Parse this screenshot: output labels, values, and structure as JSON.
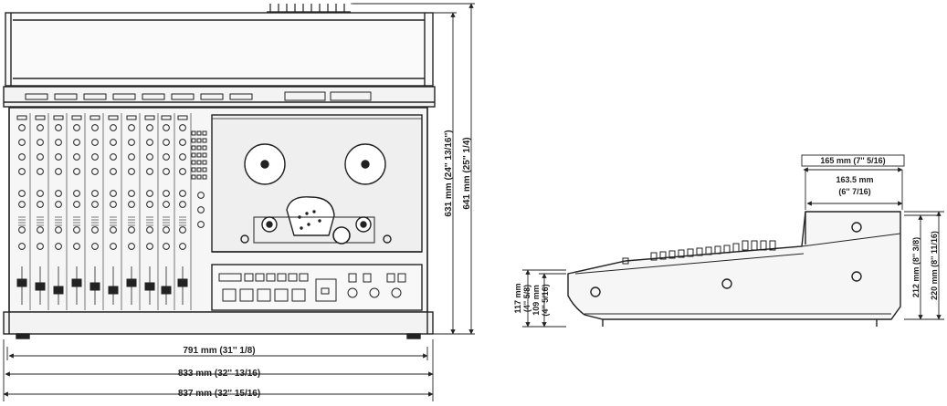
{
  "figure": {
    "front_view": {
      "width_inner": "791 mm (31'' 1/8)",
      "width_middle": "833 mm (32'' 13/16)",
      "width_outer": "837 mm (32'' 15/16)",
      "height_inner": "631 mm (24'' 13/16'')",
      "height_outer": "641 mm (25'' 1/4)"
    },
    "side_view": {
      "depth_top": "165 mm (7'' 5/16)",
      "depth_sub_mm": "163.5 mm",
      "depth_sub_in": "(6'' 7/16)",
      "front_h1_mm": "117 mm",
      "front_h1_in": "(4'' 5/8)",
      "front_h2_mm": "109 mm",
      "front_h2_in": "(4'' 5/16)",
      "rear_h1": "212 mm (8'' 3/8)",
      "rear_h2": "220 mm (8'' 11/16)"
    }
  },
  "colors": {
    "ink": "#222222",
    "paper": "#ffffff",
    "panel": "#f2f2f2",
    "tape_area": "#ececec"
  }
}
